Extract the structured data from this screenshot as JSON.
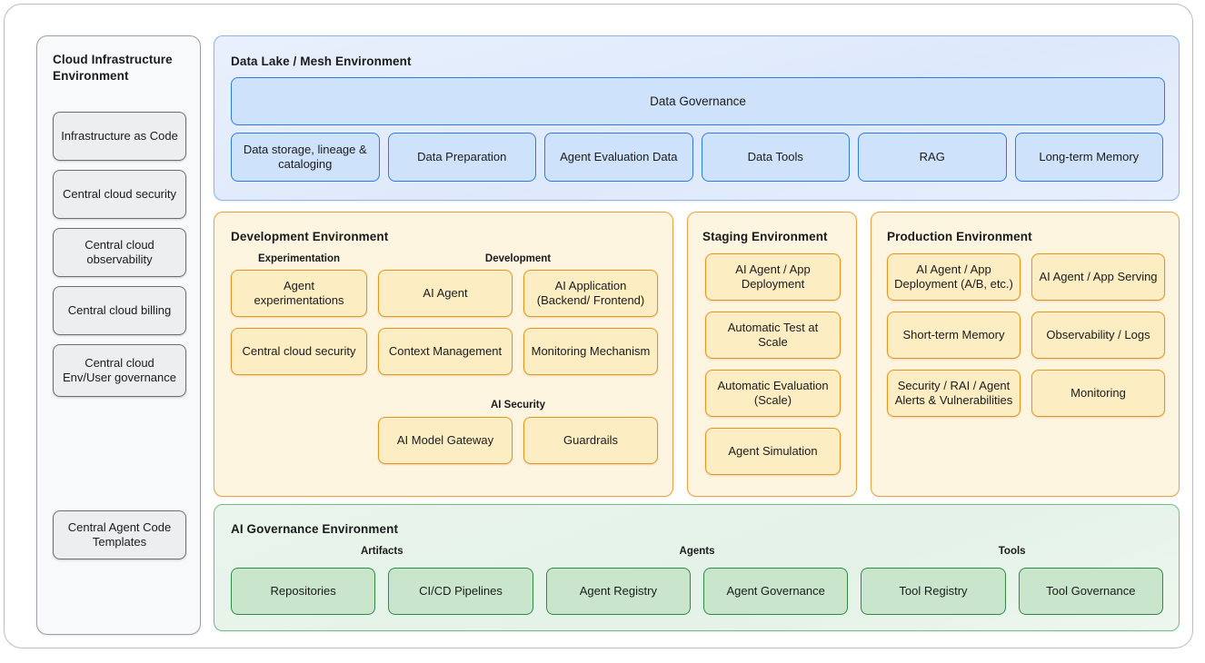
{
  "sidebar": {
    "title": "Cloud Infrastructure Environment",
    "items": [
      {
        "label": "Infrastructure as Code"
      },
      {
        "label": "Central cloud security"
      },
      {
        "label": "Central cloud observability"
      },
      {
        "label": "Central cloud billing"
      },
      {
        "label": "Central cloud Env/User governance"
      }
    ],
    "bottom_items": [
      {
        "label": "Central Agent Code Templates"
      }
    ]
  },
  "data_lake": {
    "title": "Data Lake / Mesh Environment",
    "governance_bar": "Data Governance",
    "items": [
      {
        "label": "Data storage, lineage & cataloging"
      },
      {
        "label": "Data Preparation"
      },
      {
        "label": "Agent Evaluation Data"
      },
      {
        "label": "Data Tools"
      },
      {
        "label": "RAG"
      },
      {
        "label": "Long-term Memory"
      }
    ]
  },
  "development": {
    "title": "Development Environment",
    "group_experimentation": "Experimentation",
    "group_development": "Development",
    "group_ai_security": "AI Security",
    "grid": [
      {
        "label": "Agent experimentations"
      },
      {
        "label": "AI Agent"
      },
      {
        "label": "AI Application (Backend/ Frontend)"
      },
      {
        "label": "Central cloud security"
      },
      {
        "label": "Context Management"
      },
      {
        "label": "Monitoring Mechanism"
      }
    ],
    "security_items": [
      {
        "label": "AI Model Gateway"
      },
      {
        "label": "Guardrails"
      }
    ]
  },
  "staging": {
    "title": "Staging Environment",
    "items": [
      {
        "label": "AI Agent / App Deployment"
      },
      {
        "label": "Automatic Test at Scale"
      },
      {
        "label": "Automatic Evaluation (Scale)"
      },
      {
        "label": "Agent Simulation"
      }
    ]
  },
  "production": {
    "title": "Production Environment",
    "items": [
      {
        "label": "AI Agent / App Deployment (A/B, etc.)"
      },
      {
        "label": "AI Agent / App Serving"
      },
      {
        "label": "Short-term Memory"
      },
      {
        "label": "Observability / Logs"
      },
      {
        "label": "Security / RAI / Agent Alerts & Vulnerabilities"
      },
      {
        "label": "Monitoring"
      }
    ]
  },
  "governance": {
    "title": "AI Governance Environment",
    "groups": [
      {
        "label": "Artifacts"
      },
      {
        "label": "Agents"
      },
      {
        "label": "Tools"
      }
    ],
    "items": [
      {
        "label": "Repositories"
      },
      {
        "label": "CI/CD Pipelines"
      },
      {
        "label": "Agent Registry"
      },
      {
        "label": "Agent Governance"
      },
      {
        "label": "Tool Registry"
      },
      {
        "label": "Tool Governance"
      }
    ]
  },
  "colors": {
    "blue_fill": "#cfe2fb",
    "blue_border": "#2f7ae5",
    "orange_fill": "#fceec2",
    "orange_border": "#e8941a",
    "orange_panel": "#fdf5e0",
    "green_fill": "#c9e6cd",
    "green_border": "#2e8b45",
    "green_panel": "#eaf5ec",
    "grey_fill": "#eceef0",
    "grey_border": "#6b7075",
    "frame_border": "#b9bcc0"
  }
}
